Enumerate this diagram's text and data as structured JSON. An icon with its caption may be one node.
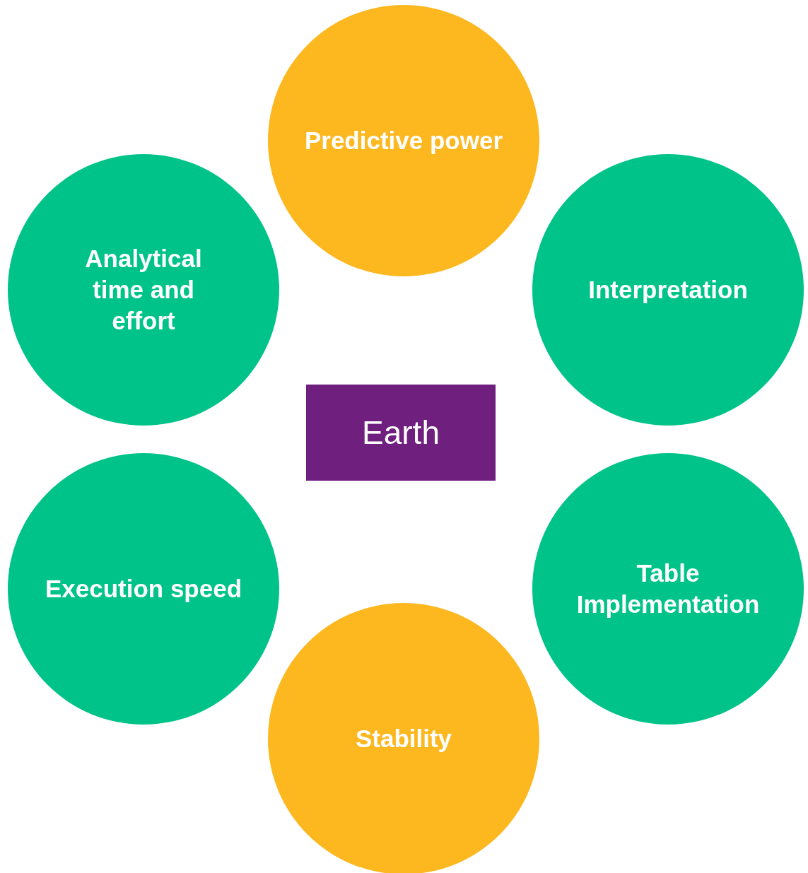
{
  "diagram": {
    "nodes": [
      {
        "text": [
          "Predictive power"
        ]
      },
      {
        "text": [
          "Analytical time and effort"
        ]
      },
      {
        "text": [
          "Interpretation"
        ]
      },
      {
        "text": [
          "Earth"
        ]
      },
      {
        "text": [
          "Execution speed"
        ]
      },
      {
        "text": [
          "Table Implementation"
        ]
      },
      {
        "text": [
          "Stability"
        ]
      }
    ]
  }
}
